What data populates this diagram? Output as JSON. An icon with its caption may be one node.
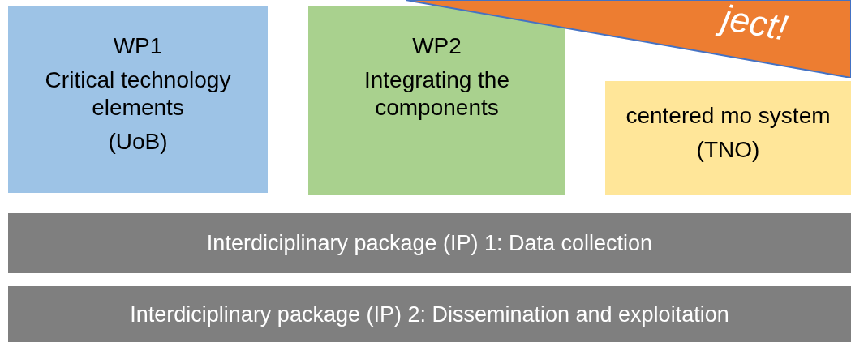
{
  "diagram": {
    "nodes": [
      {
        "text": [
          "WP1",
          "Critical technology elements",
          "(UoB)"
        ]
      },
      {
        "text": [
          "WP2",
          "Integrating the components"
        ]
      },
      {
        "text": [
          "centered mo system",
          "(TNO)"
        ]
      },
      {
        "text": [
          "ject!"
        ]
      },
      {
        "text": [
          "Interdiciplinary package (IP) 1: Data collection"
        ]
      },
      {
        "text": [
          "Interdiciplinary package (IP) 2: Dissemination and exploitation"
        ]
      }
    ]
  }
}
